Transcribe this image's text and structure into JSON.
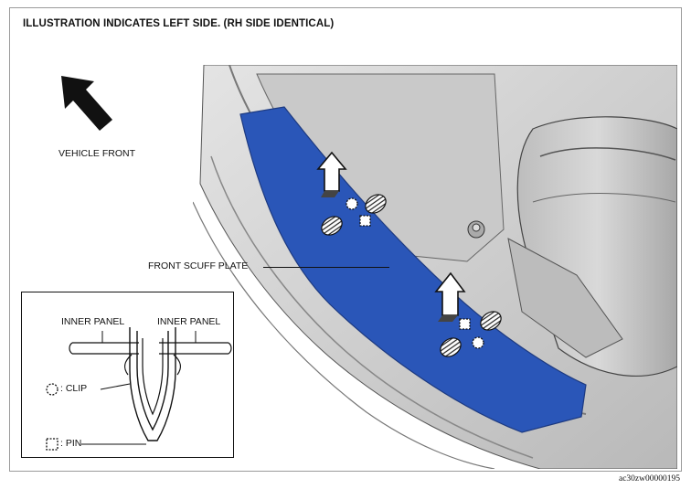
{
  "title": "ILLUSTRATION INDICATES LEFT SIDE. (RH SIDE IDENTICAL)",
  "direction": {
    "label": "VEHICLE FRONT",
    "icon": "arrow-icon"
  },
  "callout": {
    "label": "FRONT SCUFF PLATE"
  },
  "detail": {
    "left_panel": "INNER PANEL",
    "right_panel": "INNER PANEL",
    "clip_label": ": CLIP",
    "pin_label": ": PIN"
  },
  "figure_code": "ac30zw00000195",
  "colors": {
    "scuff_plate": "#2a56b8",
    "car_interior": "#d4d4d4"
  }
}
